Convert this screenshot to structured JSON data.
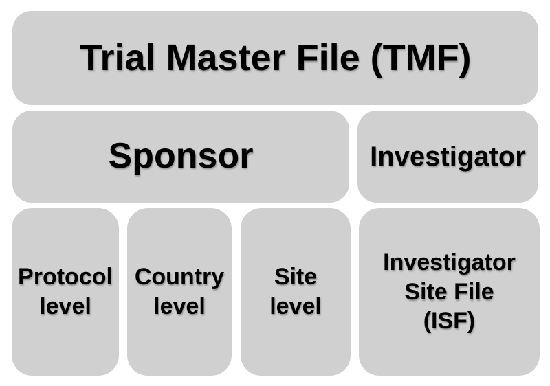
{
  "colors": {
    "node_fill": "#d0d0d0",
    "node_text": "#000000",
    "background": "#ffffff"
  },
  "nodes": {
    "tmf": {
      "label": "Trial Master File (TMF)"
    },
    "sponsor": {
      "label": "Sponsor"
    },
    "investigator": {
      "label": "Investigator"
    },
    "protocol": {
      "label": "Protocol\nlevel"
    },
    "country": {
      "label": "Country\nlevel"
    },
    "site": {
      "label": "Site\nlevel"
    },
    "isf": {
      "label": "Investigator\nSite File\n(ISF)"
    }
  }
}
